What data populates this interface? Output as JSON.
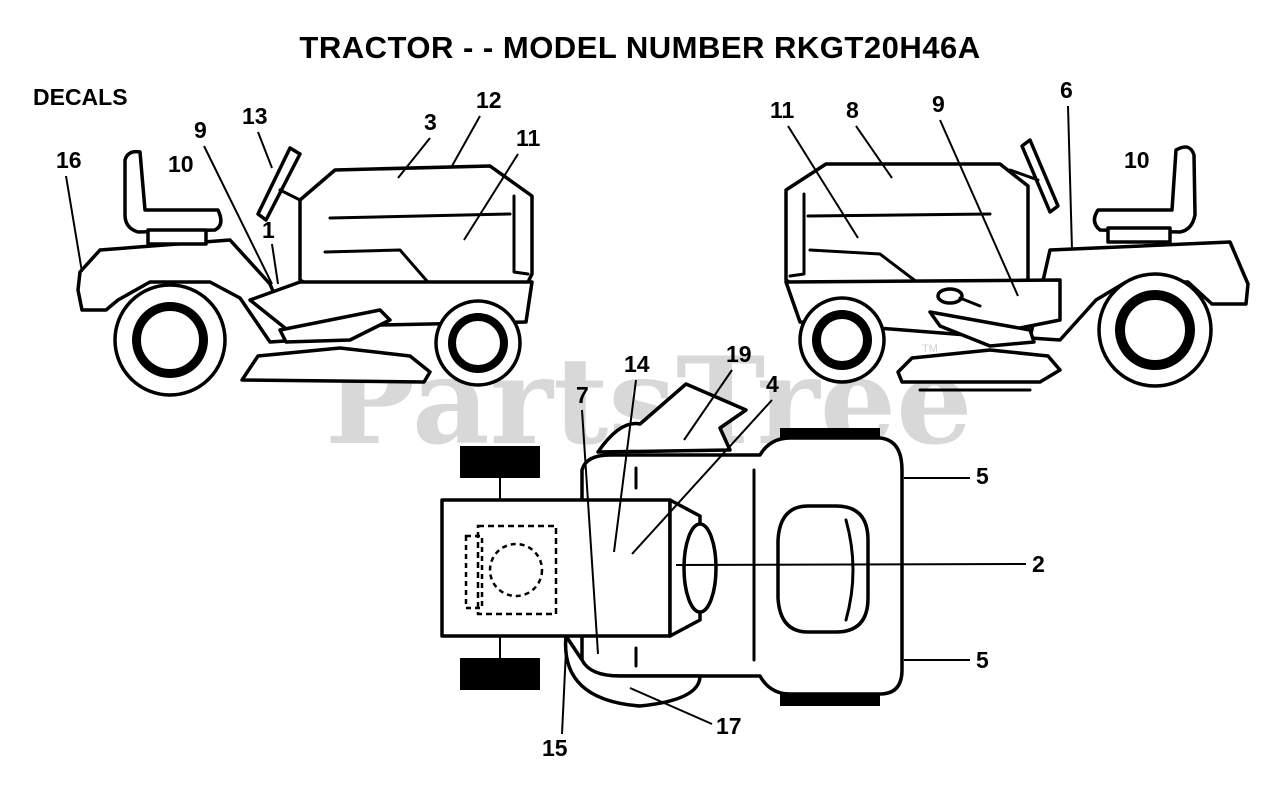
{
  "title": "TRACTOR - - MODEL NUMBER RKGT20H46A",
  "section_label": "DECALS",
  "watermark": "PartsTree",
  "watermark_tm": "TM",
  "callouts": {
    "left_view": [
      "16",
      "10",
      "9",
      "13",
      "1",
      "3",
      "12",
      "11"
    ],
    "right_view": [
      "11",
      "8",
      "9",
      "6",
      "10"
    ],
    "top_view": [
      "7",
      "14",
      "19",
      "4",
      "5",
      "2",
      "5",
      "15",
      "17"
    ]
  }
}
